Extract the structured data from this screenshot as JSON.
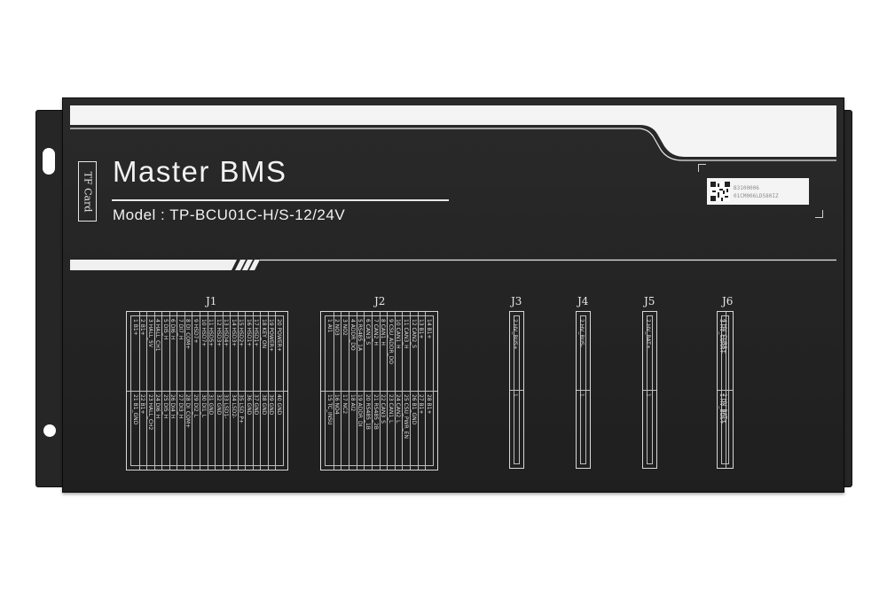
{
  "product": {
    "title": "Master BMS",
    "model": "Model : TP-BCU01C-H/S-12/24V",
    "tf_card_label": "TF Card",
    "serial_line_1": "B3100006",
    "serial_line_2": "01CM006LD580IZ"
  },
  "connectors": [
    {
      "label": "J1",
      "top_pins": [
        "1 B1+",
        "2 B1+",
        "3 HALL_5V",
        "4 HALL_CH1",
        "5 DI5_H",
        "6 DI6_H",
        "7 DI7_H",
        "8 DI_COM+",
        "9 HSD7+",
        "10 HSD7+",
        "11 HSD5+",
        "12 HSD3+",
        "13 HSD4+",
        "14 HSD3+",
        "15 HSD2+",
        "16 HSD1+",
        "17 HSD1+",
        "18 KEY_ON",
        "19 POWER+",
        "20 POWER+"
      ],
      "bottom_pins": [
        "21 B1_GND",
        "22 B1+",
        "23 HALL_CH2",
        "24 DI6_H",
        "25 DI5_H",
        "26 DI4_H",
        "27 DI3_H",
        "28 DI_COM+",
        "29 DI2_L",
        "30 DI1_L",
        "31 GND",
        "32 GND",
        "33 LSD1-",
        "34 LSD2-",
        "35 LSD_P+",
        "36 GND",
        "37 GND",
        "38 GND",
        "39 GND",
        "40 GND"
      ]
    },
    {
      "label": "J2",
      "top_pins": [
        "1 AI1",
        "2 NO3",
        "3 NO2",
        "4 ADDR_DO",
        "5 RS485_1A",
        "6 CAN3_S",
        "7 CAN2_H",
        "8 CAN1_H",
        "9 CSU_ADDR_DO",
        "10 CAN1_H",
        "11 CAN3_H",
        "12 CAN2_S",
        "13 B1+",
        "14 B1+"
      ],
      "bottom_pins": [
        "15 TC_INSU",
        "16 NO4",
        "17 NC2",
        "18 AI2",
        "19 ADDR_DI",
        "20 RS485_1B",
        "21 RS485_2B",
        "22 CAN3_S",
        "23 CAN1_L",
        "24 CAN2_L",
        "25 CSU_PWR_EN",
        "26 B1_GND",
        "27 B1+",
        "28 B1+"
      ]
    },
    {
      "label": "J3",
      "top_pins": [
        "2 HV_BUS+"
      ],
      "bottom_pins": [
        "1"
      ]
    },
    {
      "label": "J4",
      "top_pins": [
        "2 HV_BUS-"
      ],
      "bottom_pins": [
        "1"
      ]
    },
    {
      "label": "J5",
      "top_pins": [
        "2 HV_BAT+"
      ],
      "bottom_pins": [
        "1"
      ]
    },
    {
      "label": "J6",
      "top_pins": [
        "3 HV_CURR+",
        "4 HV_CURR+"
      ],
      "bottom_pins": [
        "1 HV_BUS+",
        "2 HV_BAT+"
      ]
    }
  ]
}
